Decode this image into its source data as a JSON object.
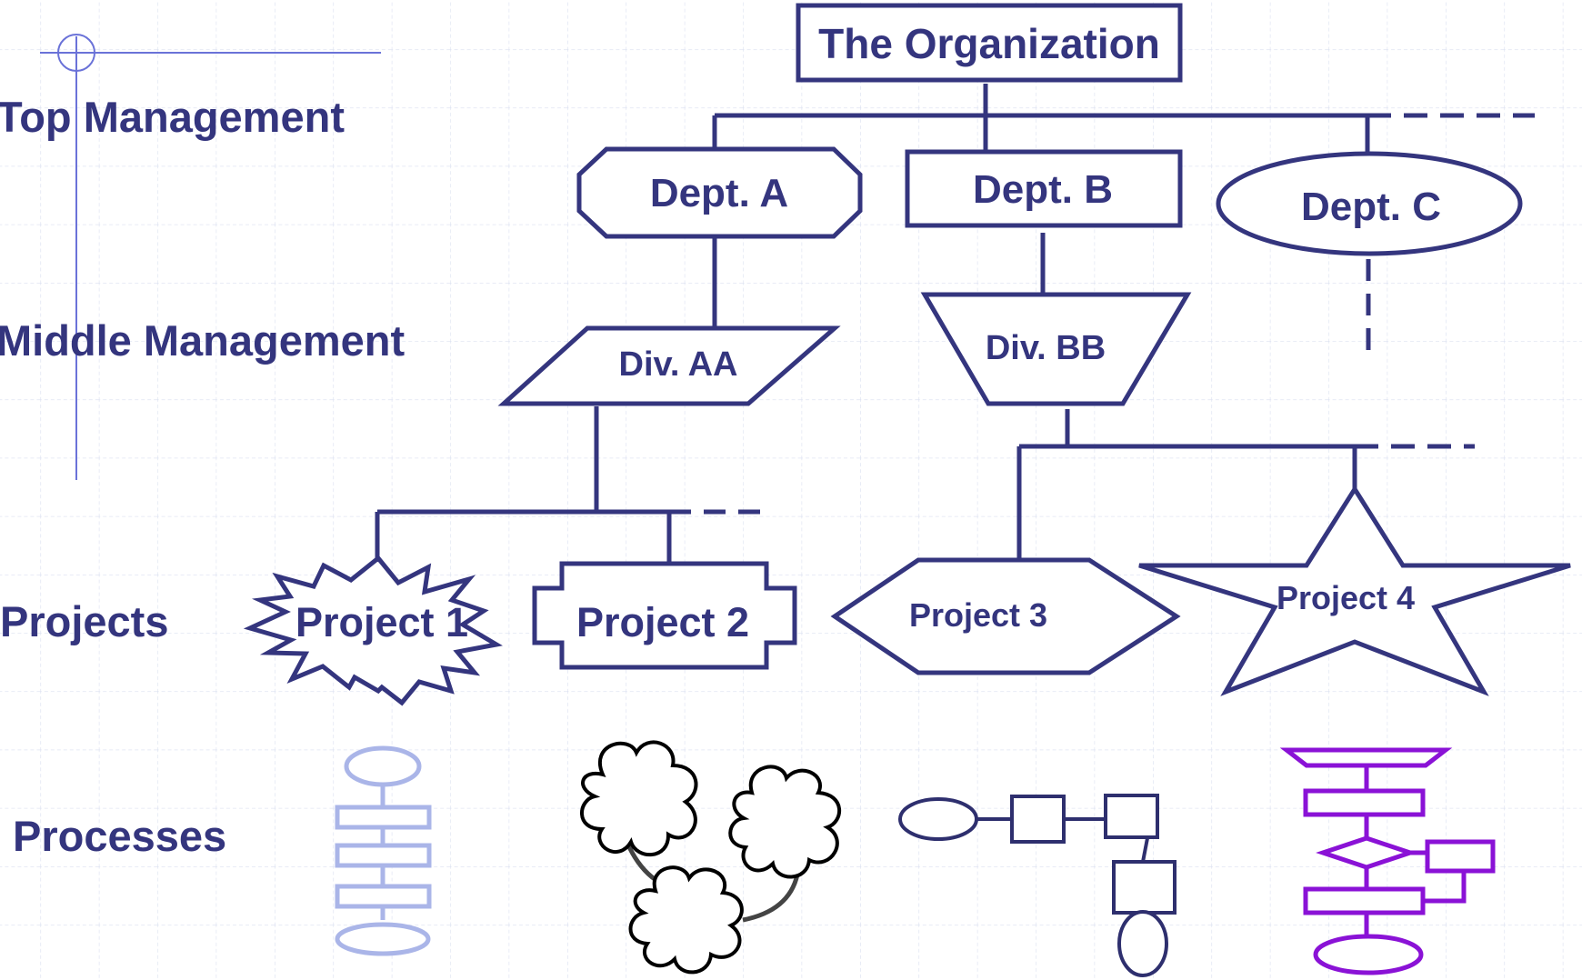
{
  "levels": {
    "top": "Top Management",
    "middle": "Middle Management",
    "projects": "Projects",
    "processes": "Processes"
  },
  "nodes": {
    "org": "The Organization",
    "dept_a": "Dept. A",
    "dept_b": "Dept. B",
    "dept_c": "Dept. C",
    "div_aa": "Div. AA",
    "div_bb": "Div. BB",
    "project_1": "Project 1",
    "project_2": "Project 2",
    "project_3": "Project 3",
    "project_4": "Project 4"
  },
  "colors": {
    "main": "#34357e",
    "grid": "#d9dff0",
    "guide": "#6a72d8",
    "process_light": "#aab5e8",
    "process_dark": "#2e2f6e",
    "process_purple": "#8a12d6",
    "cloud": "#000000"
  }
}
